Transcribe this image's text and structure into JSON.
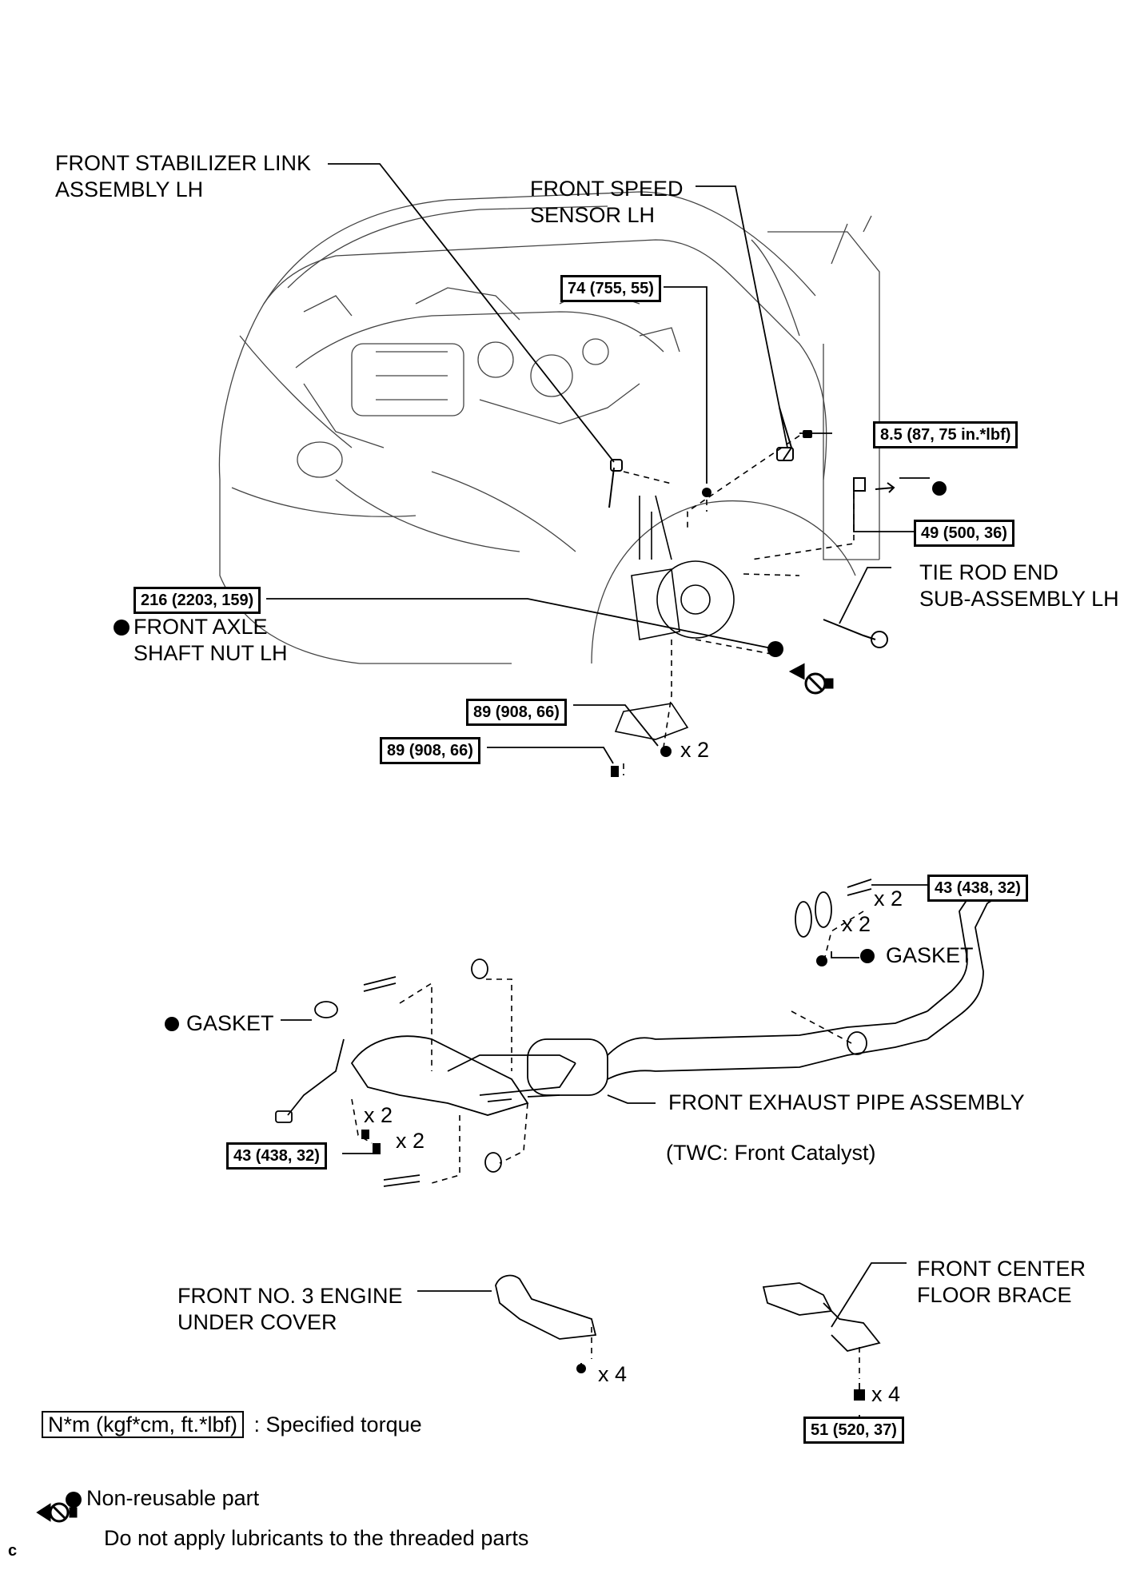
{
  "labels": {
    "stabilizer_link": "FRONT STABILIZER LINK\nASSEMBLY LH",
    "speed_sensor": "FRONT SPEED\nSENSOR LH",
    "tie_rod_end": "TIE ROD END\nSUB-ASSEMBLY LH",
    "axle_nut": "FRONT AXLE\nSHAFT NUT LH",
    "gasket_rear": "GASKET",
    "gasket_front": "GASKET",
    "exhaust_pipe": "FRONT EXHAUST PIPE ASSEMBLY",
    "twc_note": "(TWC: Front Catalyst)",
    "under_cover": "FRONT NO. 3 ENGINE\nUNDER COVER",
    "floor_brace": "FRONT CENTER\nFLOOR BRACE"
  },
  "quantities": {
    "lower_arm_nut": "x 2",
    "rear_flange_bolt": "x 2",
    "rear_flange_nut": "x 2",
    "front_flange_bolt": "x 2",
    "front_flange_nut": "x 2",
    "under_cover_clip": "x 4",
    "floor_brace_bolt": "x 4"
  },
  "torques": {
    "stabilizer_nut": "74 (755, 55)",
    "speed_sensor_bolt": "8.5 (87, 75 in.*lbf)",
    "tie_rod_nut": "49 (500, 36)",
    "axle_nut": "216 (2203, 159)",
    "lower_arm_nut": "89 (908, 66)",
    "lower_arm_bolt": "89 (908, 66)",
    "rear_flange": "43 (438, 32)",
    "front_flange": "43 (438, 32)",
    "floor_brace": "51 (520, 37)"
  },
  "legend": {
    "torque_unit": "N*m (kgf*cm, ft.*lbf)",
    "torque_desc": ": Specified torque",
    "non_reusable": "Non-reusable part",
    "no_lube": "Do not apply lubricants to the threaded parts"
  },
  "corner_mark": "c"
}
